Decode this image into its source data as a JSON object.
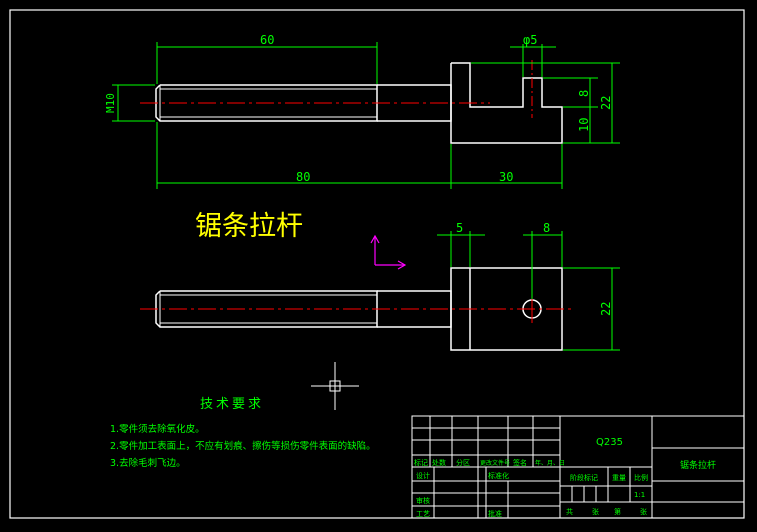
{
  "drawing": {
    "title": "锯条拉杆",
    "dimensions": {
      "top_length_60": "60",
      "top_thread_m10": "M10",
      "top_phi5": "φ5",
      "top_8": "8",
      "top_22": "22",
      "top_10": "10",
      "top_80": "80",
      "top_30": "30",
      "bottom_5": "5",
      "bottom_8": "8",
      "bottom_22": "22"
    },
    "tech_requirements": {
      "heading": "技术要求",
      "items": [
        "1.零件须去除氧化皮。",
        "2.零件加工表面上，不应有划痕、擦伤等损伤零件表面的缺陷。",
        "3.去除毛刺飞边。"
      ]
    },
    "title_block": {
      "material": "Q235",
      "part_name": "锯条拉杆",
      "rev_labels": [
        "标记",
        "处数",
        "分区",
        "更改文件号",
        "签名",
        "年、月、日"
      ],
      "designer": "设计",
      "standardize": "标准化",
      "check": "审核",
      "process": "工艺",
      "approve": "批准",
      "stage_mark": "阶段标记",
      "weight": "重量",
      "scale": "比例",
      "scale_value": "1:1",
      "sheet_total": "共",
      "sheet_label": "张",
      "sheet_of": "第",
      "sheet_label2": "张"
    }
  },
  "colors": {
    "outline": "#ffffff",
    "dimension": "#00ff00",
    "centerline": "#ff0000",
    "title_text": "#ffff00",
    "ucs": "#ff00ff"
  }
}
